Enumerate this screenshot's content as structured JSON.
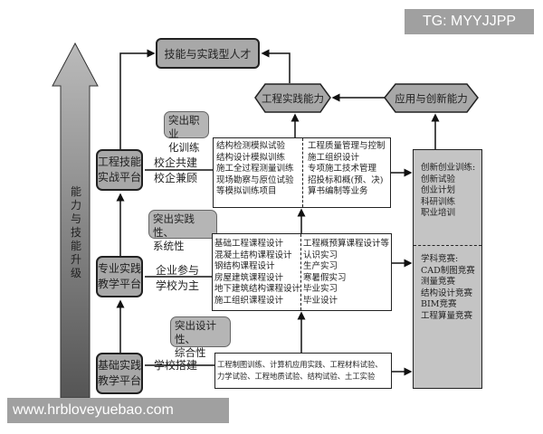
{
  "watermark_top": "TG: MYYJJPP",
  "watermark_bottom": "www.hrbloveyuebao.com",
  "big_arrow_label": "能力与技能升级",
  "goal": "技能与实践型人才",
  "hex_practice": "工程实践能力",
  "hex_innovation": "应用与创新能力",
  "platforms": {
    "top": {
      "line1": "工程技能",
      "line2": "实战平台",
      "mode1": "校企共建",
      "mode2": "校企兼顾",
      "callout1": "突出职业",
      "callout2": "化训练"
    },
    "mid": {
      "line1": "专业实践",
      "line2": "教学平台",
      "mode1": "企业参与",
      "mode2": "学校为主",
      "callout1": "突出实践性、",
      "callout2": "系统性"
    },
    "base": {
      "line1": "基础实践",
      "line2": "教学平台",
      "mode1": "学校搭建",
      "callout1": "突出设计性、",
      "callout2": "综合性"
    }
  },
  "box_top": {
    "left": [
      "结构检测模拟试验",
      "结构设计模拟训练",
      "施工全过程测量训练",
      "现场勘察与原位试验",
      "等模拟训练项目"
    ],
    "right": [
      "工程质量管理与控制",
      "施工组织设计",
      "专项施工技术管理",
      "招投标和概(预、决)",
      "算书编制等业务"
    ]
  },
  "box_mid": {
    "left": [
      "基础工程课程设计",
      "混凝土结构课程设计",
      "钢结构课程设计",
      "房屋建筑课程设计",
      "地下建筑结构课程设计",
      "施工组织课程设计"
    ],
    "right": [
      "工程概预算课程设计等",
      "认识实习",
      "生产实习",
      "寒暑假实习",
      "毕业实习",
      "毕业设计"
    ]
  },
  "box_base": {
    "lines": [
      "工程制图训练、计算机应用实践、工程材料试验、",
      "力学试验、工程地质试验、结构试验、土工实验"
    ]
  },
  "right_box": {
    "top": [
      "创新创业训练:",
      "创新试验",
      "创业计划",
      "科研训练",
      "职业培训"
    ],
    "bottom": [
      "学科竞赛:",
      "CAD制图竞赛",
      "测量竞赛",
      "结构设计竞赛",
      "BIM竞赛",
      "工程算量竞赛"
    ]
  }
}
